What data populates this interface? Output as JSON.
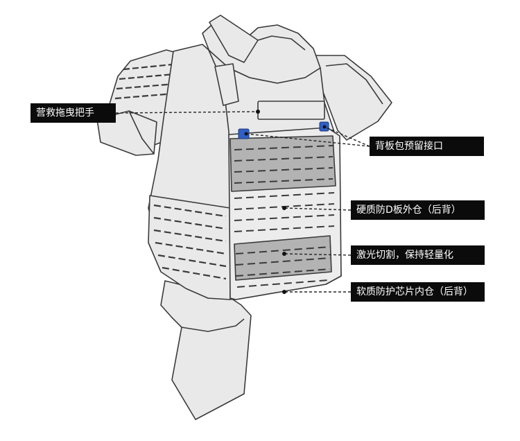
{
  "labels": {
    "rescue_handle": "营救拖曳把手",
    "back_panel_interface": "背板包预留接口",
    "hard_plate_pocket": "硬质防D板外仓（后背）",
    "laser_cut": "激光切割，保持轻量化",
    "soft_armor_pocket": "软质防护芯片内仓（后背）"
  },
  "colors": {
    "vest_fill": "#e9e9e9",
    "vest_stroke": "#3a3a3a",
    "panel_gray": "#b3b3b3",
    "connector_blue": "#2f5fc4",
    "label_bg": "#0b0b0b",
    "label_text": "#ffffff"
  }
}
